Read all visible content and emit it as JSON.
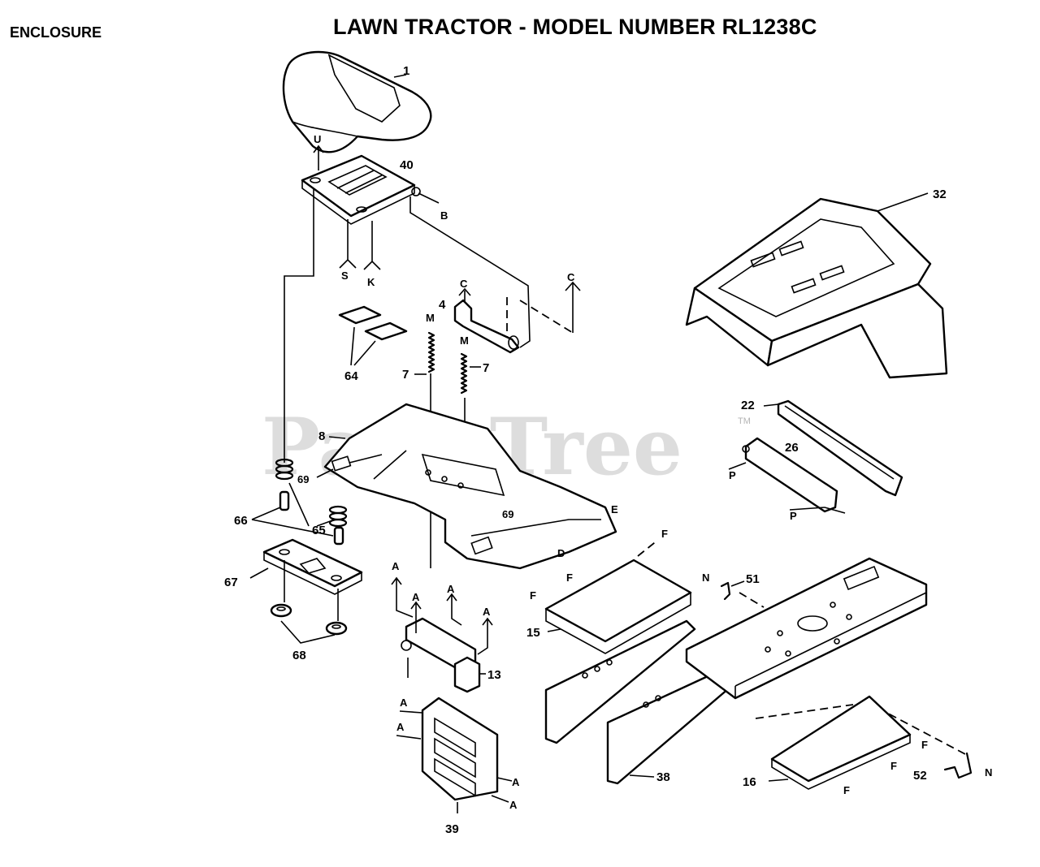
{
  "header": {
    "section": "ENCLOSURE",
    "title": "LAWN TRACTOR - MODEL NUMBER RL1238C"
  },
  "watermark": {
    "text": "PartsTree",
    "tm": "TM"
  },
  "callouts": {
    "c1": "1",
    "c4": "4",
    "c7a": "7",
    "c7b": "7",
    "c8": "8",
    "c13": "13",
    "c15": "15",
    "c16": "16",
    "c22": "22",
    "c26": "26",
    "c32": "32",
    "c38": "38",
    "c39": "39",
    "c40": "40",
    "c51": "51",
    "c52": "52",
    "c64": "64",
    "c65": "65",
    "c66": "66",
    "c67": "67",
    "c68": "68",
    "c69a": "69",
    "c69b": "69"
  },
  "refs": {
    "U": "U",
    "B": "B",
    "S": "S",
    "K": "K",
    "C1": "C",
    "C2": "C",
    "M1": "M",
    "M2": "M",
    "E": "E",
    "D": "D",
    "F1": "F",
    "F2": "F",
    "F3": "F",
    "F4": "F",
    "F5": "F",
    "F6": "F",
    "N1": "N",
    "N2": "N",
    "P1": "P",
    "P2": "P",
    "A1": "A",
    "A2": "A",
    "A3": "A",
    "A4": "A",
    "A5": "A",
    "A6": "A",
    "A7": "A",
    "A8": "A"
  }
}
